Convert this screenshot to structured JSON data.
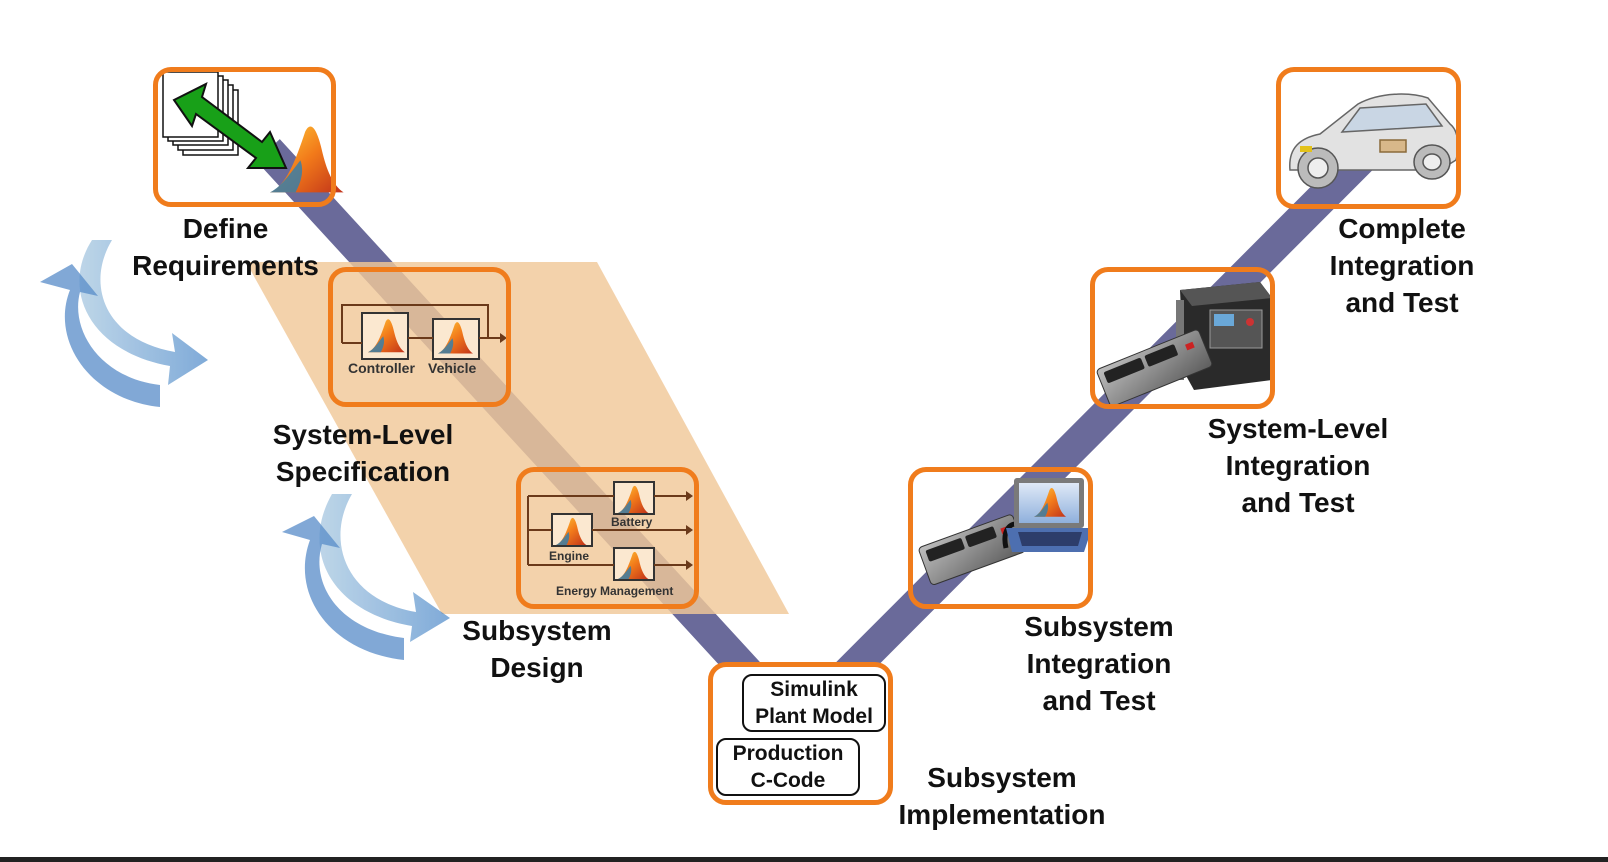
{
  "stages": {
    "define_requirements": [
      "Define",
      "Requirements"
    ],
    "system_level_specification": [
      "System-Level",
      "Specification"
    ],
    "subsystem_design": [
      "Subsystem",
      "Design"
    ],
    "subsystem_implementation": [
      "Subsystem",
      "Implementation"
    ],
    "subsystem_integration_test": [
      "Subsystem",
      "Integration",
      "and Test"
    ],
    "system_level_integration_test": [
      "System-Level",
      "Integration",
      "and Test"
    ],
    "complete_integration_test": [
      "Complete",
      "Integration",
      "and Test"
    ]
  },
  "spec_model": {
    "block1": "Controller",
    "block2": "Vehicle"
  },
  "design_model": {
    "battery": "Battery",
    "engine": "Engine",
    "energy": "Energy Management"
  },
  "implementation": {
    "plant_model": [
      "Simulink",
      "Plant Model"
    ],
    "production_code": [
      "Production",
      "C-Code"
    ]
  },
  "colors": {
    "box_border": "#f07c1c",
    "v_path": "#6a6a9a",
    "highlight": "#f0c898",
    "arrow": "#4f86c6",
    "req_arrow": "#18a018"
  },
  "icons": [
    "document-stack-icon",
    "double-arrow-icon",
    "matlab-logo-icon",
    "cycle-arrows-icon",
    "ecu-icon",
    "laptop-icon",
    "rack-icon",
    "car-icon"
  ]
}
